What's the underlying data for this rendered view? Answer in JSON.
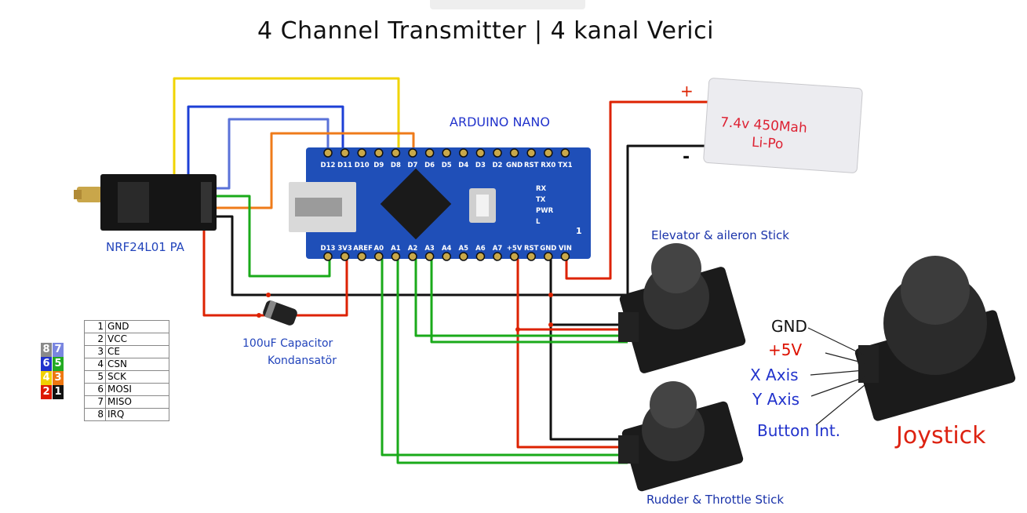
{
  "title": "4 Channel Transmitter | 4 kanal Verici",
  "arduino": {
    "label": "ARDUINO NANO",
    "top_pins": [
      "D12",
      "D11",
      "D10",
      "D9",
      "D8",
      "D7",
      "D6",
      "D5",
      "D4",
      "D3",
      "D2",
      "GND",
      "RST",
      "RX0",
      "TX1"
    ],
    "bottom_pins": [
      "D13",
      "3V3",
      "AREF",
      "A0",
      "A1",
      "A2",
      "A3",
      "A4",
      "A5",
      "A6",
      "A7",
      "+5V",
      "RST",
      "GND",
      "VIN"
    ],
    "leds": [
      "RX",
      "TX",
      "PWR",
      "L"
    ],
    "board_number": "1"
  },
  "nrf_module": {
    "label": "NRF24L01 PA"
  },
  "capacitor": {
    "label_line1": "100uF Capacitor",
    "label_line2": "Kondansatör"
  },
  "battery": {
    "plus": "+",
    "minus": "-",
    "label_line1": "7.4v 450Mah",
    "label_line2": "Li-Po"
  },
  "elevator_stick": {
    "label": "Elevator & aileron Stick"
  },
  "rudder_stick": {
    "label": "Rudder & Throttle Stick"
  },
  "joystick": {
    "label": "Joystick",
    "pins": {
      "gnd": "GND",
      "v5": "+5V",
      "x": "X Axis",
      "y": "Y Axis",
      "button": "Button Int."
    }
  },
  "pin_table": [
    {
      "num": "1",
      "name": "GND"
    },
    {
      "num": "2",
      "name": "VCC"
    },
    {
      "num": "3",
      "name": "CE"
    },
    {
      "num": "4",
      "name": "CSN"
    },
    {
      "num": "5",
      "name": "SCK"
    },
    {
      "num": "6",
      "name": "MOSI"
    },
    {
      "num": "7",
      "name": "MISO"
    },
    {
      "num": "8",
      "name": "IRQ"
    }
  ],
  "color_key": [
    {
      "left": "8",
      "right": "7",
      "left_color": "#8a8a8a",
      "right_color": "#7a86e0"
    },
    {
      "left": "6",
      "right": "5",
      "left_color": "#2233cc",
      "right_color": "#22aa22"
    },
    {
      "left": "4",
      "right": "3",
      "left_color": "#f0d000",
      "right_color": "#ee7711"
    },
    {
      "left": "2",
      "right": "1",
      "left_color": "#dd1a00",
      "right_color": "#111111"
    }
  ],
  "wire_colors": {
    "yellow": "#f0d400",
    "blue": "#1c3fd6",
    "lightblue": "#5a72d8",
    "orange": "#ef7b1a",
    "green": "#1aaa1a",
    "red": "#dd2200",
    "black": "#111111",
    "board_blue": "#1f4fb8"
  }
}
